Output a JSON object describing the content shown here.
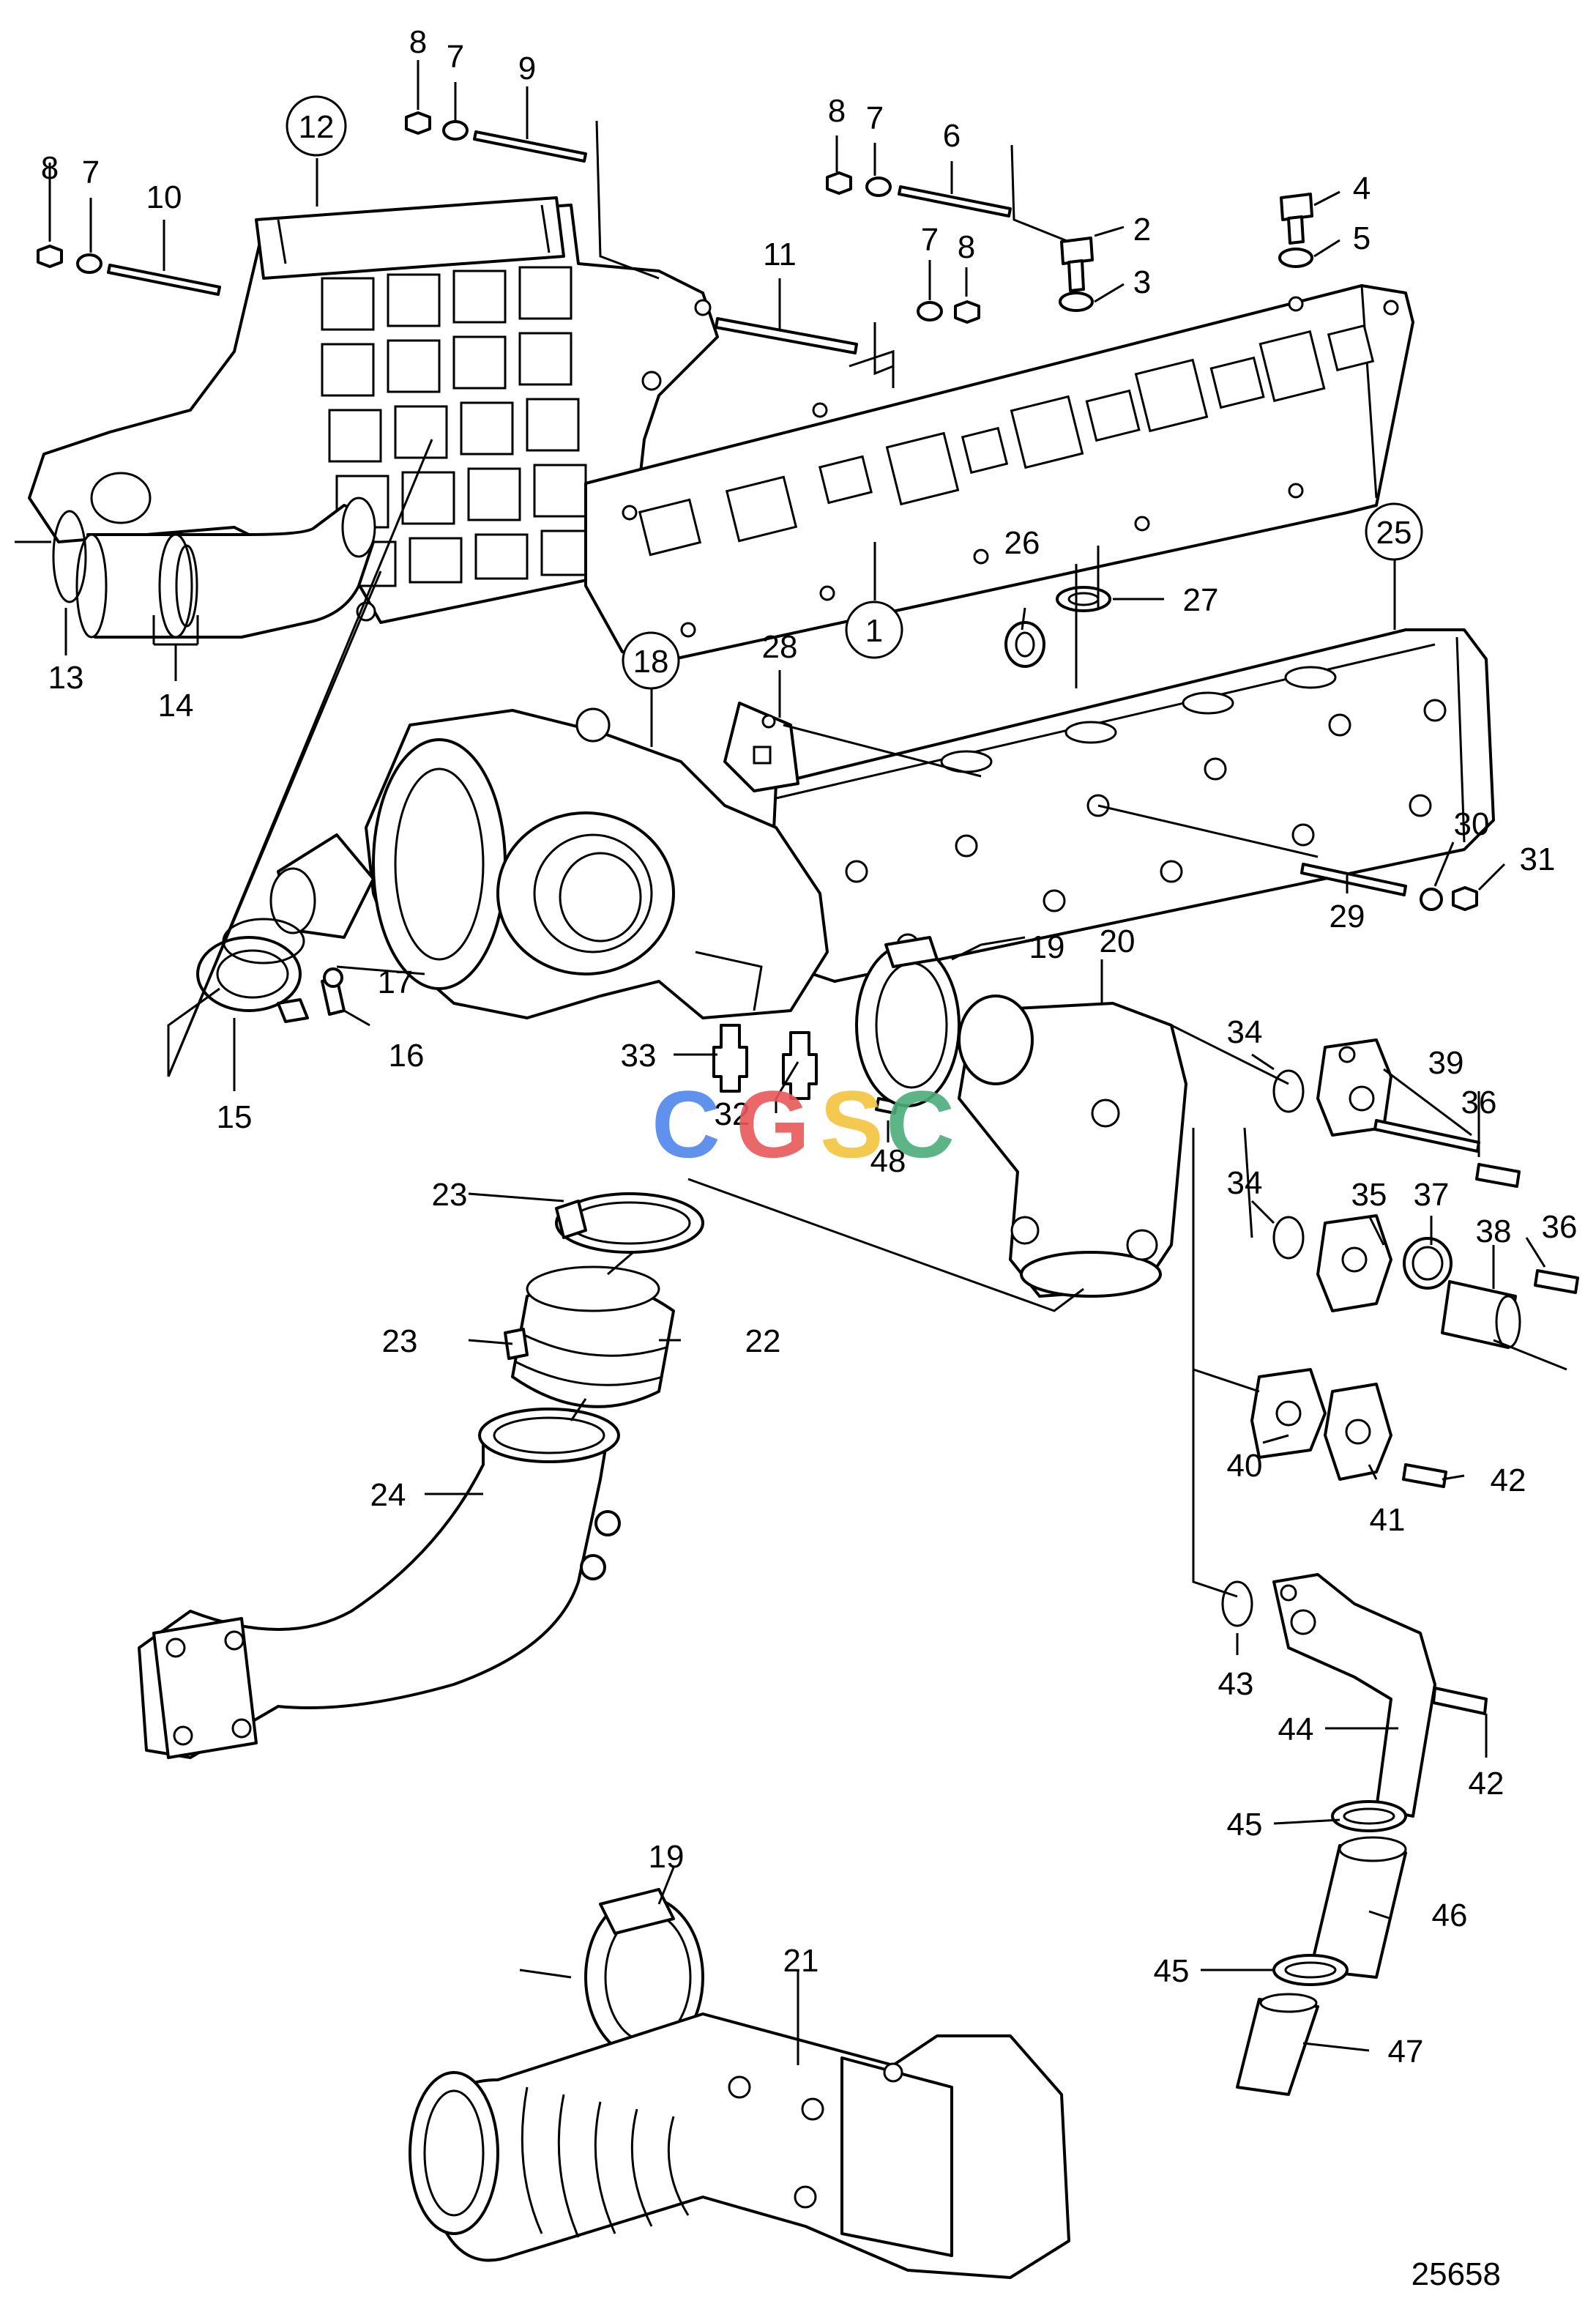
{
  "watermark": {
    "letters": [
      "C",
      "G",
      "S",
      "C"
    ],
    "colors": [
      "#4f86ec",
      "#e8585a",
      "#f2c43d",
      "#4cae7b"
    ]
  },
  "figure_number": "25658",
  "callouts": {
    "c1": "1",
    "c2": "2",
    "c3": "3",
    "c4": "4",
    "c5": "5",
    "c6": "6",
    "c7a": "7",
    "c7b": "7",
    "c7c": "7",
    "c7d": "7",
    "c8a": "8",
    "c8b": "8",
    "c8c": "8",
    "c8d": "8",
    "c9": "9",
    "c10": "10",
    "c11": "11",
    "c12": "12",
    "c13": "13",
    "c14": "14",
    "c15": "15",
    "c16": "16",
    "c17": "17",
    "c18": "18",
    "c19a": "19",
    "c19b": "19",
    "c20": "20",
    "c21": "21",
    "c22": "22",
    "c23a": "23",
    "c23b": "23",
    "c24": "24",
    "c25": "25",
    "c26": "26",
    "c27": "27",
    "c28": "28",
    "c29": "29",
    "c30": "30",
    "c31": "31",
    "c32": "32",
    "c33": "33",
    "c34a": "34",
    "c34b": "34",
    "c35": "35",
    "c36a": "36",
    "c36b": "36",
    "c37": "37",
    "c38": "38",
    "c39": "39",
    "c40": "40",
    "c41": "41",
    "c42a": "42",
    "c42b": "42",
    "c43": "43",
    "c44": "44",
    "c45a": "45",
    "c45b": "45",
    "c46": "46",
    "c47": "47",
    "c48": "48"
  }
}
